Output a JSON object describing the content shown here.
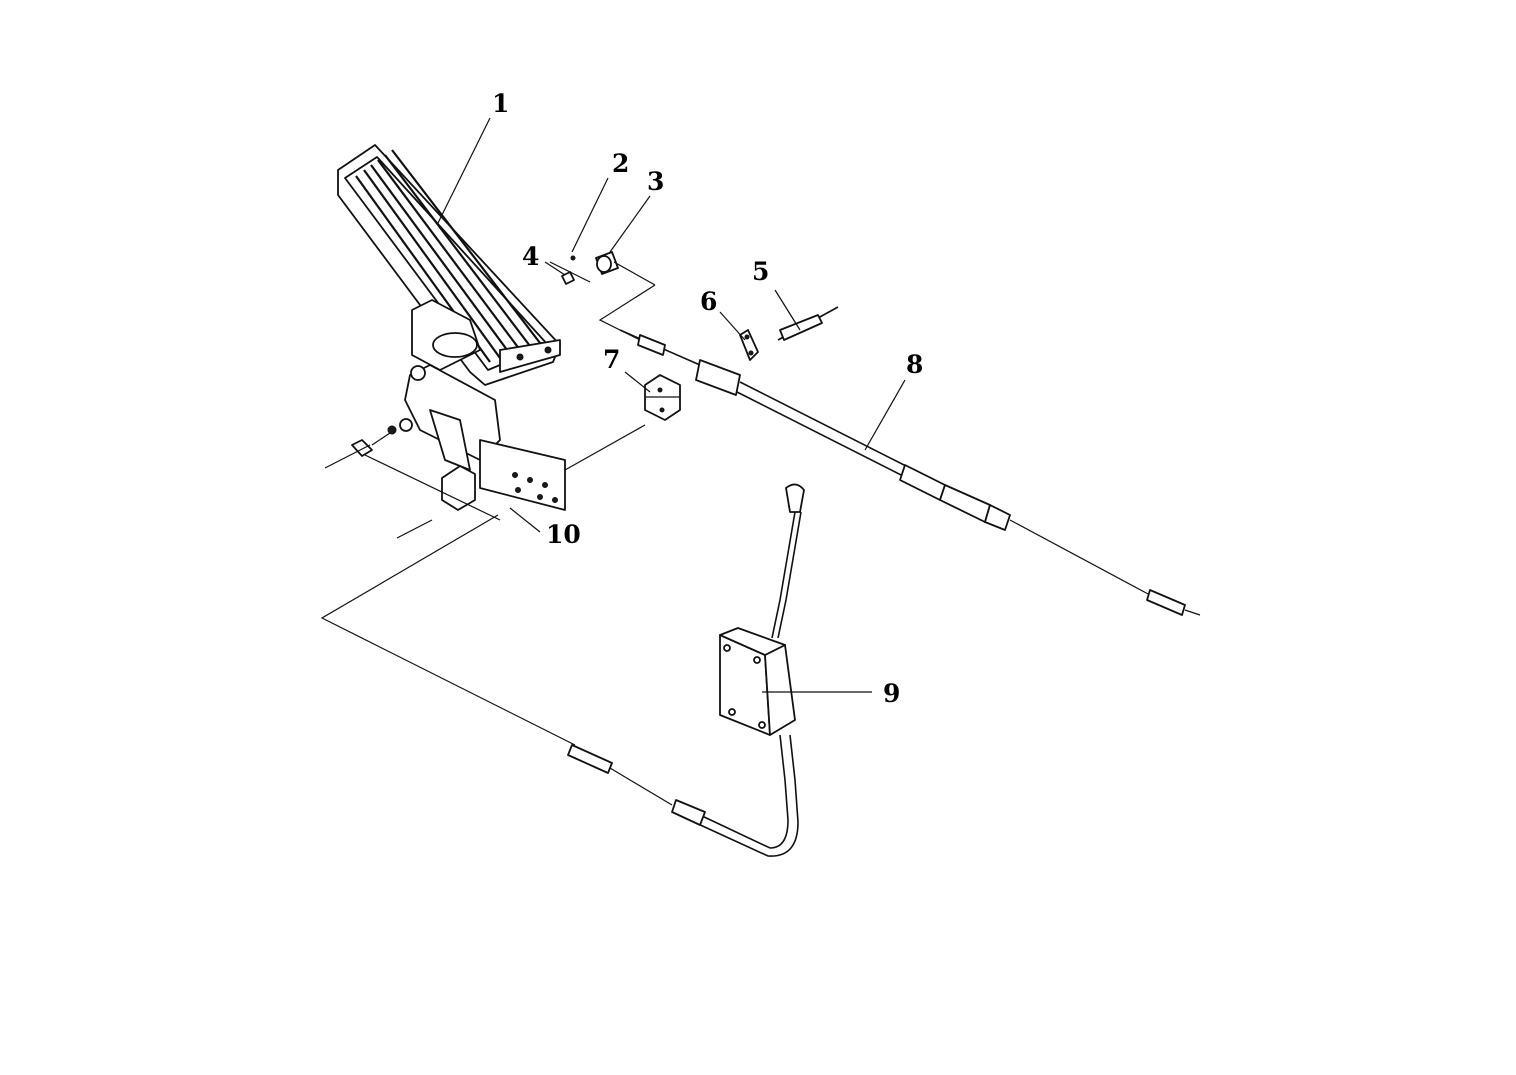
{
  "callouts": [
    {
      "id": "1",
      "label": "1"
    },
    {
      "id": "2",
      "label": "2"
    },
    {
      "id": "3",
      "label": "3"
    },
    {
      "id": "4",
      "label": "4"
    },
    {
      "id": "5",
      "label": "5"
    },
    {
      "id": "6",
      "label": "6"
    },
    {
      "id": "7",
      "label": "7"
    },
    {
      "id": "8",
      "label": "8"
    },
    {
      "id": "9",
      "label": "9"
    },
    {
      "id": "10",
      "label": "10"
    }
  ],
  "parts": {
    "accelerator_pedal": "pedal-assembly",
    "throttle_cable": "push-pull-cable",
    "hand_throttle": "hand-lever-control"
  }
}
